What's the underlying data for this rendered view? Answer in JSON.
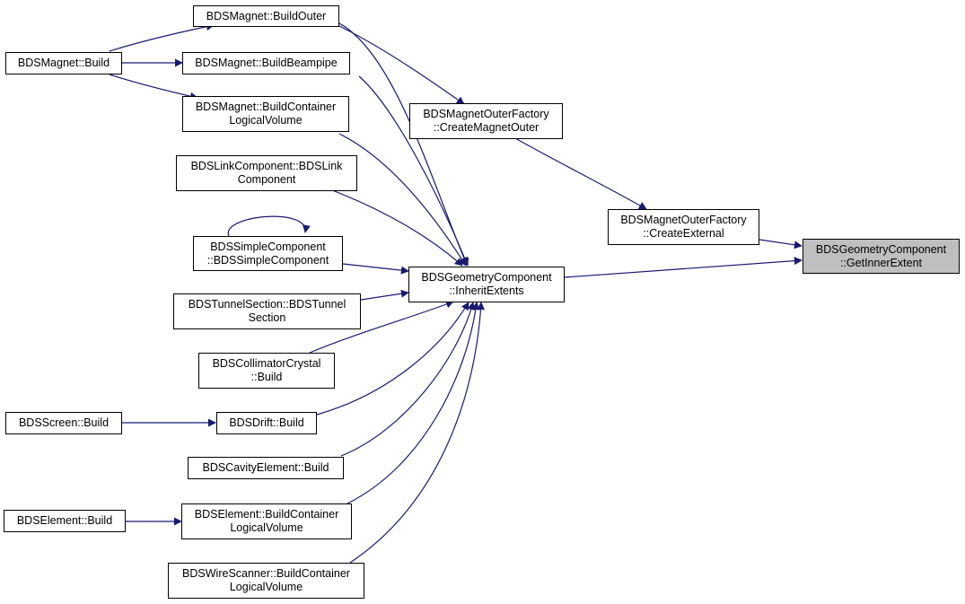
{
  "graph": {
    "edge_color": "#191970",
    "root_fill": "#bfbfbf",
    "nodes": {
      "getinnerextent": {
        "lines": [
          "BDSGeometryComponent",
          "::GetInnerExtent"
        ],
        "root": true
      },
      "inheritextents": {
        "lines": [
          "BDSGeometryComponent",
          "::InheritExtents"
        ]
      },
      "createexternal": {
        "lines": [
          "BDSMagnetOuterFactory",
          "::CreateExternal"
        ]
      },
      "createmagnetouter": {
        "lines": [
          "BDSMagnetOuterFactory",
          "::CreateMagnetOuter"
        ]
      },
      "buildouter": {
        "lines": [
          "BDSMagnet::BuildOuter"
        ]
      },
      "magnet_build": {
        "lines": [
          "BDSMagnet::Build"
        ]
      },
      "buildbeampipe": {
        "lines": [
          "BDSMagnet::BuildBeampipe"
        ]
      },
      "magnet_buildcontainer": {
        "lines": [
          "BDSMagnet::BuildContainer",
          "LogicalVolume"
        ]
      },
      "linkcomponent": {
        "lines": [
          "BDSLinkComponent::BDSLink",
          "Component"
        ]
      },
      "simplecomponent": {
        "lines": [
          "BDSSimpleComponent",
          "::BDSSimpleComponent"
        ]
      },
      "tunnelsection": {
        "lines": [
          "BDSTunnelSection::BDSTunnel",
          "Section"
        ]
      },
      "collimatorcrystal": {
        "lines": [
          "BDSCollimatorCrystal",
          "::Build"
        ]
      },
      "screen_build": {
        "lines": [
          "BDSScreen::Build"
        ]
      },
      "drift_build": {
        "lines": [
          "BDSDrift::Build"
        ]
      },
      "cavity_build": {
        "lines": [
          "BDSCavityElement::Build"
        ]
      },
      "element_build": {
        "lines": [
          "BDSElement::Build"
        ]
      },
      "element_buildcontainer": {
        "lines": [
          "BDSElement::BuildContainer",
          "LogicalVolume"
        ]
      },
      "wirescanner": {
        "lines": [
          "BDSWireScanner::BuildContainer",
          "LogicalVolume"
        ]
      }
    }
  }
}
